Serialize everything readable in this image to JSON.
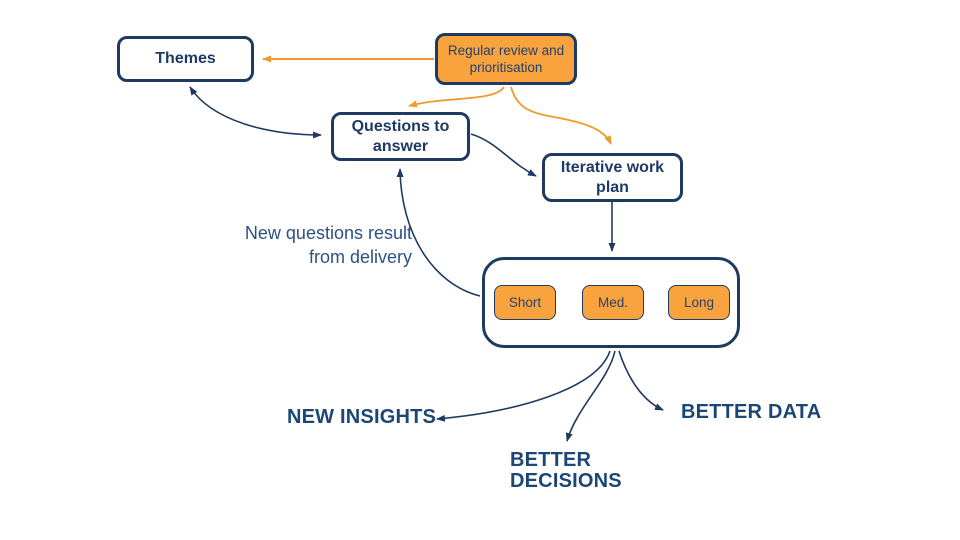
{
  "colors": {
    "navy": "#1f3a60",
    "navy_text": "#1e3a66",
    "orange_fill": "#f8a33e",
    "orange_arrow": "#f09a2d",
    "annotation_text": "#2d5181",
    "output_label_text": "#1c4674",
    "background": "#ffffff"
  },
  "nodes": {
    "themes": {
      "label": "Themes"
    },
    "regular_review": {
      "label": "Regular review and prioritisation"
    },
    "questions": {
      "label": "Questions to answer"
    },
    "iterative": {
      "label": "Iterative work plan"
    },
    "plan": {
      "short": {
        "label": "Short"
      },
      "med": {
        "label": "Med."
      },
      "long": {
        "label": "Long"
      }
    }
  },
  "annotation": {
    "line1": "New questions result",
    "line2": "from delivery"
  },
  "outputs": {
    "new_insights": {
      "label": "NEW INSIGHTS"
    },
    "better_decisions": {
      "label": "BETTER DECISIONS"
    },
    "better_data": {
      "label": "BETTER DATA"
    }
  },
  "edges": [
    {
      "from": "regular-review",
      "to": "themes",
      "color": "orange"
    },
    {
      "from": "regular-review",
      "to": "questions-to-answer",
      "color": "orange"
    },
    {
      "from": "regular-review",
      "to": "iterative-work-plan",
      "color": "orange"
    },
    {
      "from": "themes",
      "to": "questions-to-answer",
      "color": "navy",
      "bidirectional": true
    },
    {
      "from": "questions-to-answer",
      "to": "iterative-work-plan",
      "color": "navy"
    },
    {
      "from": "iterative-work-plan",
      "to": "delivery-plan",
      "color": "navy"
    },
    {
      "from": "delivery-plan",
      "to": "questions-to-answer",
      "color": "navy",
      "label": "New questions result from delivery"
    },
    {
      "from": "short",
      "to": "med",
      "color": "navy"
    },
    {
      "from": "med",
      "to": "long",
      "color": "navy"
    },
    {
      "from": "delivery-plan",
      "to": "new-insights",
      "color": "navy"
    },
    {
      "from": "delivery-plan",
      "to": "better-decisions",
      "color": "navy"
    },
    {
      "from": "delivery-plan",
      "to": "better-data",
      "color": "navy"
    }
  ]
}
